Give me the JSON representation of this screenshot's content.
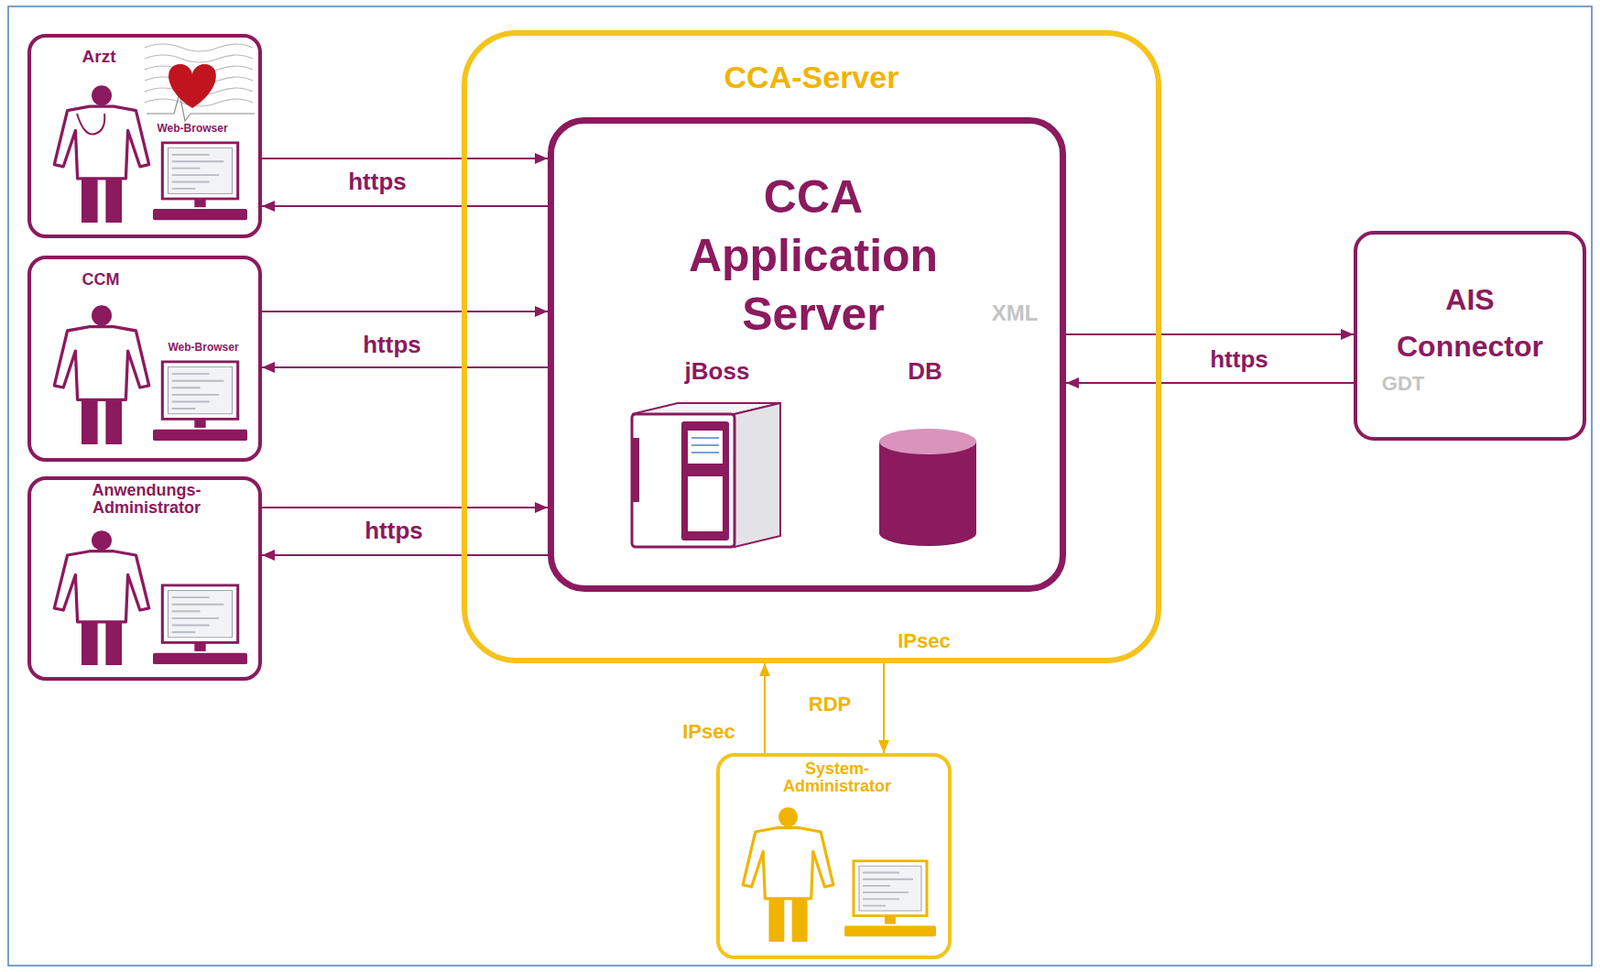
{
  "diagram": {
    "nodes": [
      {
        "text": [
          "CCA-Server"
        ]
      },
      {
        "text": [
          "CCA Application Server",
          "jBoss",
          "DB",
          "XML"
        ],
        "in": 0
      },
      {
        "text": [
          "Arzt",
          "Web-Browser"
        ]
      },
      {
        "text": [
          "CCM",
          "Web-Browser"
        ]
      },
      {
        "text": [
          "Anwendungs-Administrator"
        ]
      },
      {
        "text": [
          "AIS Connector",
          "GDT"
        ]
      },
      {
        "text": [
          "System-Administrator"
        ]
      }
    ],
    "edges": [
      {
        "from": 2,
        "to": 1,
        "arrow": "to",
        "label": "https"
      },
      {
        "from": 1,
        "to": 2,
        "arrow": "to"
      },
      {
        "from": 3,
        "to": 1,
        "arrow": "to",
        "label": "https"
      },
      {
        "from": 1,
        "to": 3,
        "arrow": "to"
      },
      {
        "from": 4,
        "to": 1,
        "arrow": "to",
        "label": "https"
      },
      {
        "from": 1,
        "to": 4,
        "arrow": "to"
      },
      {
        "from": 1,
        "to": 5,
        "arrow": "to",
        "label": "https"
      },
      {
        "from": 5,
        "to": 1,
        "arrow": "to"
      },
      {
        "from": 6,
        "to": 0,
        "arrow": "to",
        "label": "IPsec"
      },
      {
        "from": 0,
        "to": 6,
        "arrow": "to",
        "label": "RDP"
      }
    ],
    "labels": [
      "IPsec"
    ]
  }
}
